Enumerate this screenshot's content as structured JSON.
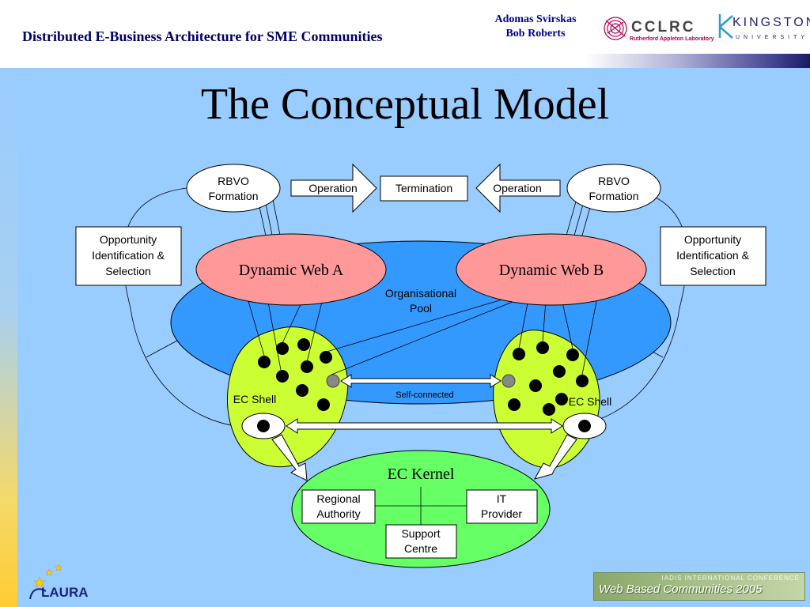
{
  "header": {
    "title": "Distributed E-Business Architecture for SME Communities",
    "authors": [
      "Adomas Svirskas",
      "Bob Roberts"
    ],
    "logos": {
      "cclrc": {
        "name": "CCLRC",
        "subtitle": "Rutherford Appleton Laboratory"
      },
      "kingston": {
        "name": "KINGSTON",
        "subtitle": "UNIVERSITY"
      }
    }
  },
  "slide": {
    "title": "The Conceptual Model"
  },
  "diagram": {
    "rbvo_left": [
      "RBVO",
      "Formation"
    ],
    "rbvo_right": [
      "RBVO",
      "Formation"
    ],
    "operation_left": "Operation",
    "operation_right": "Operation",
    "termination": "Termination",
    "opportunity_left": [
      "Opportunity",
      "Identification &",
      "Selection"
    ],
    "opportunity_right": [
      "Opportunity",
      "Identification &",
      "Selection"
    ],
    "dynamic_web_a": "Dynamic Web A",
    "dynamic_web_b": "Dynamic Web B",
    "organisational_pool": [
      "Organisational",
      "Pool"
    ],
    "ec_shell_left": "EC Shell",
    "ec_shell_right": "EC Shell",
    "self_connected": "Self-connected",
    "ec_kernel": "EC Kernel",
    "regional_authority": [
      "Regional",
      "Authority"
    ],
    "it_provider": [
      "IT",
      "Provider"
    ],
    "support_centre": [
      "Support",
      "Centre"
    ]
  },
  "footer": {
    "laura": "LAURA",
    "banner_small": "IADIS INTERNATIONAL CONFERENCE",
    "banner_main": "Web Based Communities 2005"
  },
  "colors": {
    "background": "#99ccff",
    "pool": "#3399ff",
    "dynamic_web": "#ff9999",
    "ec_shell": "#ccff33",
    "ec_kernel": "#66ff66"
  }
}
